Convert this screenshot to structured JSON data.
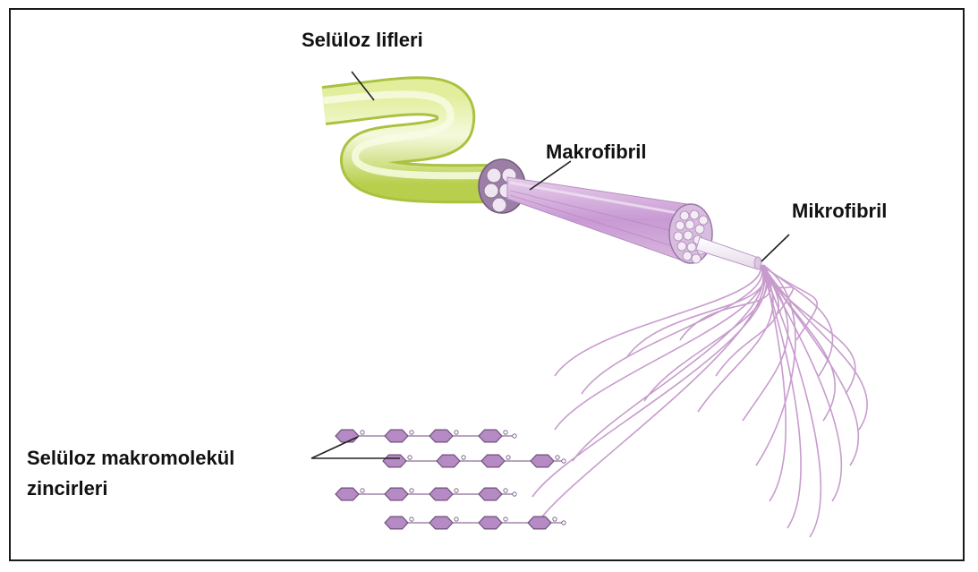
{
  "labels": {
    "cellulose_fibers": "Selüloz lifleri",
    "macrofibril": "Makrofibril",
    "microfibril": "Mikrofibril",
    "chains_line1": "Selüloz makromolekül",
    "chains_line2": "zincirleri"
  },
  "colors": {
    "fiber_green": "#c9dc6a",
    "fiber_highlight": "#f4f8d8",
    "macrofibril_purple": "#cfa6d8",
    "microfibril_white": "#f6f0f8",
    "strand": "#c79ccd",
    "ring": "#c9a2d6",
    "frame": "#1a1a1a"
  }
}
